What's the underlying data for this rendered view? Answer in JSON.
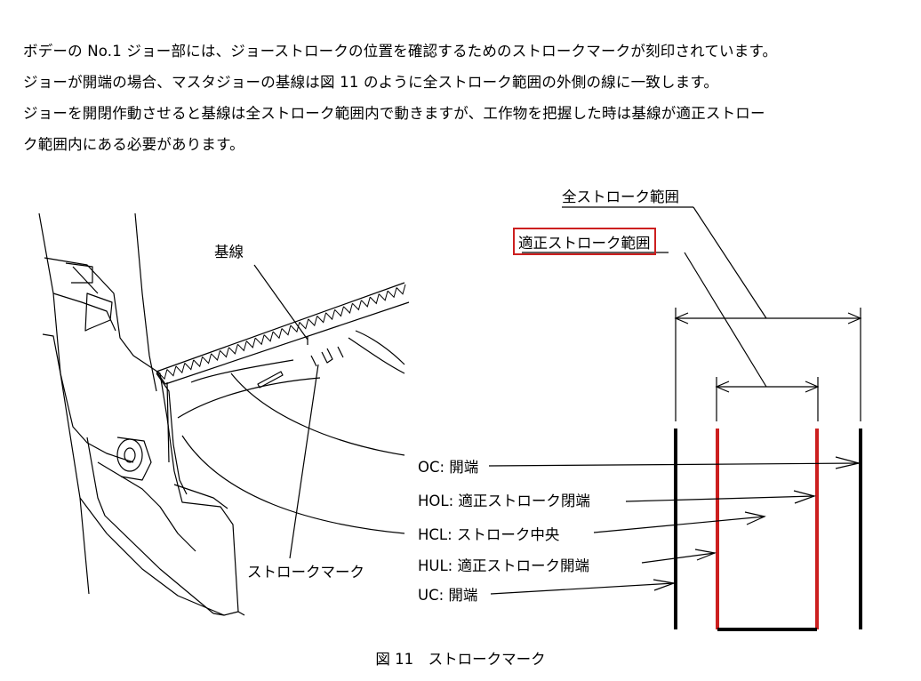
{
  "paragraph": [
    "ボデーの No.1 ジョー部には、ジョーストロークの位置を確認するためのストロークマークが刻印されています。",
    "ジョーが開端の場合、マスタジョーの基線は図 11 のように全ストローク範囲の外側の線に一致します。",
    "ジョーを開閉作動させると基線は全ストローク範囲内で動きますが、工作物を把握した時は基線が適正ストロー",
    "ク範囲内にある必要があります。"
  ],
  "figure": {
    "left_labels": {
      "baseline": "基線",
      "stroke_mark": "ストロークマーク"
    },
    "engraving": "1",
    "right_labels": {
      "full_range": "全ストローク範囲",
      "proper_range": "適正ストローク範囲",
      "oc": "OC: 開端",
      "hol": "HOL: 適正ストローク閉端",
      "hcl": "HCL: ストローク中央",
      "hul": "HUL: 適正ストローク開端",
      "uc": "UC: 開端"
    },
    "colors": {
      "red": "#cc1f1f",
      "black": "#000000"
    }
  },
  "caption": "図 11　ストロークマーク"
}
